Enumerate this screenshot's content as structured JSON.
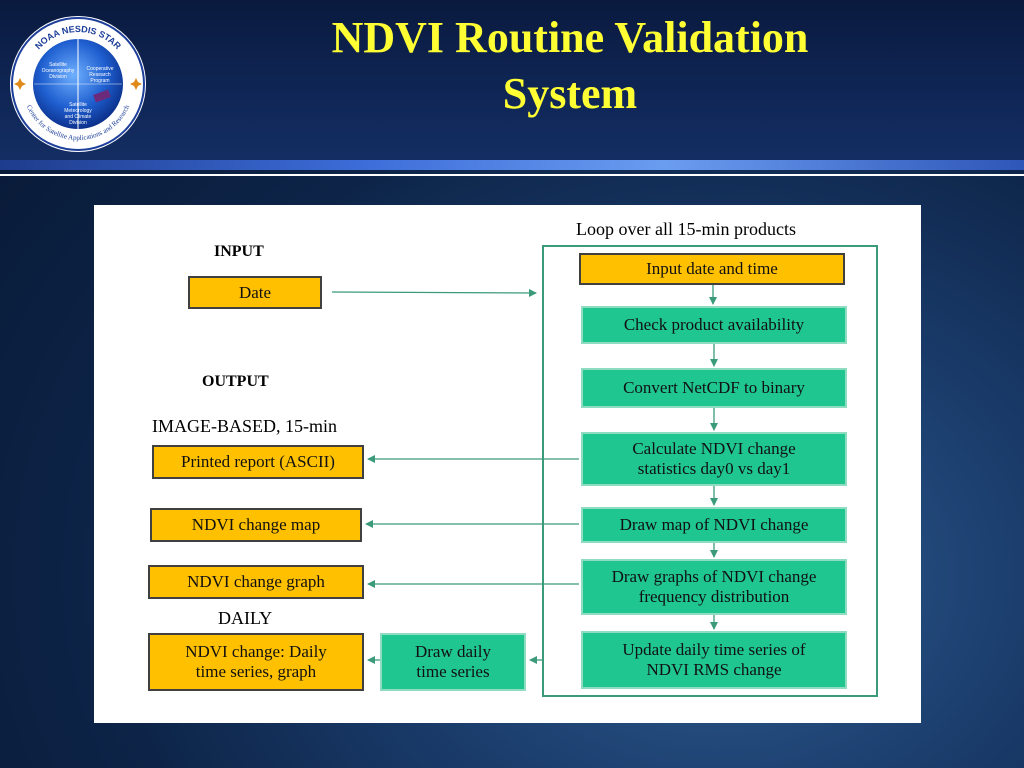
{
  "slide": {
    "title_line1": "NDVI Routine Validation",
    "title_line2": "System"
  },
  "logo": {
    "ring_text_top": "NOAA NESDIS STAR",
    "ring_text_bottom": "Center for Satellite Applications and Research",
    "segment_1": "Satellite Oceanography Division",
    "segment_2": "Cooperative Research Program",
    "segment_3": "Satellite Meteorology and Climate Division"
  },
  "diagram": {
    "input_label": "INPUT",
    "output_label": "OUTPUT",
    "image_based_label": "IMAGE-BASED, 15-min",
    "daily_label": "DAILY",
    "loop_label": "Loop over all 15-min products",
    "inputs": {
      "date": "Date"
    },
    "loop_steps": [
      {
        "line1": "Input date and time",
        "line2": ""
      },
      {
        "line1": "Check product availability",
        "line2": ""
      },
      {
        "line1": "Convert NetCDF to binary",
        "line2": ""
      },
      {
        "line1": "Calculate NDVI change",
        "line2": "statistics day0 vs day1"
      },
      {
        "line1": "Draw map of NDVI change",
        "line2": ""
      },
      {
        "line1": "Draw graphs of NDVI change",
        "line2": "frequency distribution"
      },
      {
        "line1": "Update daily time series of",
        "line2": "NDVI RMS change"
      }
    ],
    "outputs": [
      {
        "line1": "Printed report (ASCII)",
        "line2": ""
      },
      {
        "line1": "NDVI change map",
        "line2": ""
      },
      {
        "line1": "NDVI change graph",
        "line2": ""
      },
      {
        "line1": "NDVI change: Daily",
        "line2": "time series, graph"
      }
    ],
    "daily_step": {
      "line1": "Draw daily",
      "line2": "time series"
    }
  },
  "colors": {
    "title": "#ffff33",
    "orange_box": "#ffc000",
    "green_box": "#1fc68f",
    "arrow": "#3a9a7a"
  }
}
